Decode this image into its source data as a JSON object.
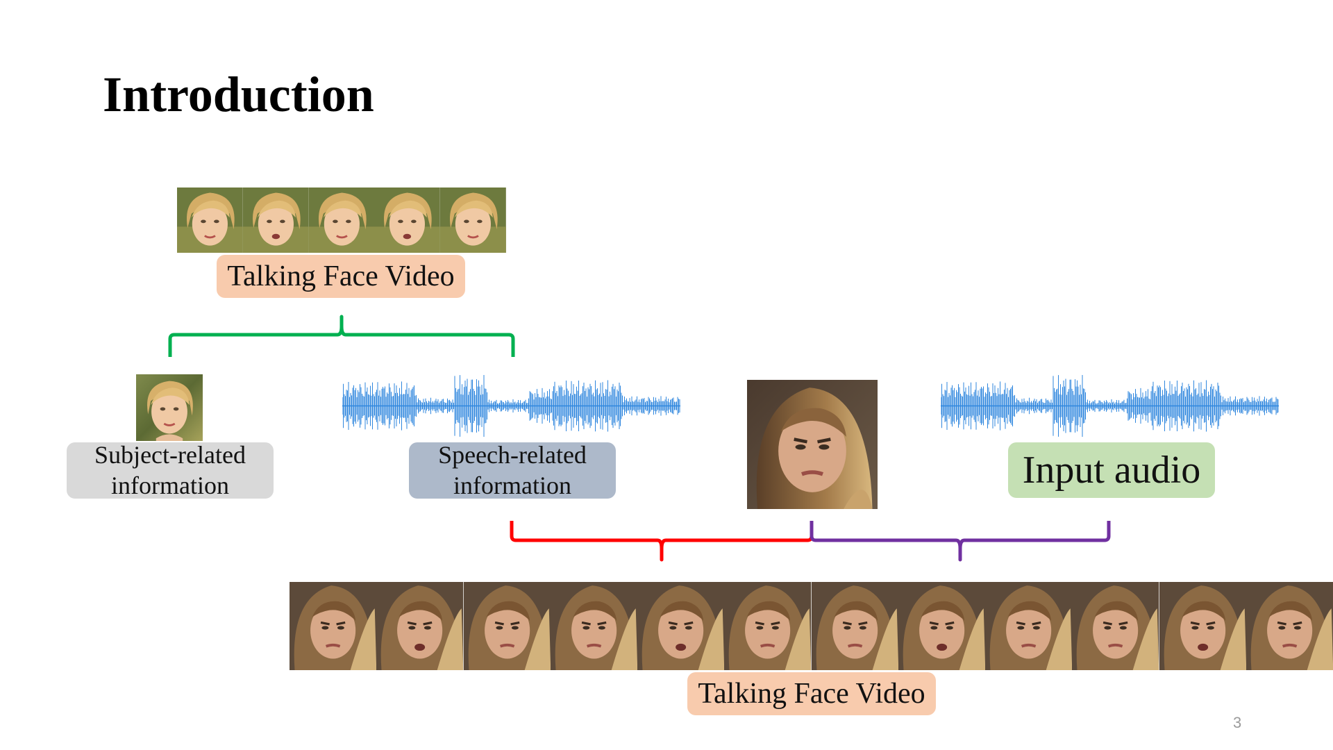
{
  "slide": {
    "title": "Introduction",
    "page_number": "3"
  },
  "labels": {
    "top_video": "Talking Face Video",
    "subject_line1": "Subject-related",
    "subject_line2": "information",
    "speech_line1": "Speech-related",
    "speech_line2": "information",
    "input_audio": "Input audio",
    "bottom_video": "Talking Face Video"
  },
  "colors": {
    "orange_label": "#f8cbad",
    "gray_label": "#d9d9d9",
    "blue_label": "#adb9ca",
    "green_label": "#c5e0b4",
    "green_brace": "#00b050",
    "red_brace": "#ff0000",
    "purple_brace": "#7030a0",
    "waveform": "#2e86de"
  },
  "icons": {
    "top_strip": "blonde-face-frame",
    "subject_face": "blonde-face-thumbnail",
    "reference_face": "brunette-face-image",
    "bottom_strip": "brunette-face-frame",
    "waveforms": "audio-waveform"
  },
  "frames": {
    "top_strip_count": 5,
    "bottom_strip_count": 12
  }
}
